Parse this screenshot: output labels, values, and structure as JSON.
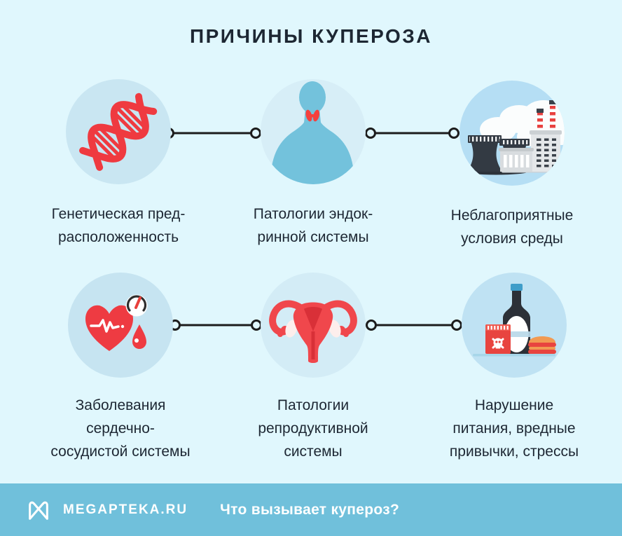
{
  "title": "ПРИЧИНЫ КУПЕРОЗА",
  "colors": {
    "background": "#e0f7fd",
    "accent_red": "#ee3b42",
    "footer_bar": "#70c0db",
    "text_dark": "#1d2733",
    "footer_text": "#ffffff",
    "connector": "#1c1c1c"
  },
  "causes": [
    {
      "icon": "dna-icon",
      "label": "Генетическая пред-\nрасположенность",
      "circle_color": "#c9e6f2"
    },
    {
      "icon": "endocrine-body-icon",
      "label": "Патологии эндок-\nринной системы",
      "circle_color": "#d7eef7"
    },
    {
      "icon": "factory-smoke-icon",
      "label": "Неблагоприятные\nусловия среды",
      "circle_color": "#b5def4"
    },
    {
      "icon": "heart-pressure-icon",
      "label": "Заболевания\nсердечно-\nсосудистой системы",
      "circle_color": "#c6e4f1"
    },
    {
      "icon": "uterus-icon",
      "label": "Патологии\nрепродуктивной\nсистемы",
      "circle_color": "#d3ecf6"
    },
    {
      "icon": "alcohol-cigarettes-fastfood-icon",
      "label": "Нарушение\nпитания, вредные\nпривычки, стрессы",
      "circle_color": "#bfe2f3"
    }
  ],
  "footer": {
    "logo": "megapteka-logo",
    "brand": "MEGAPTEKA.RU",
    "question": "Что вызывает купероз?"
  }
}
